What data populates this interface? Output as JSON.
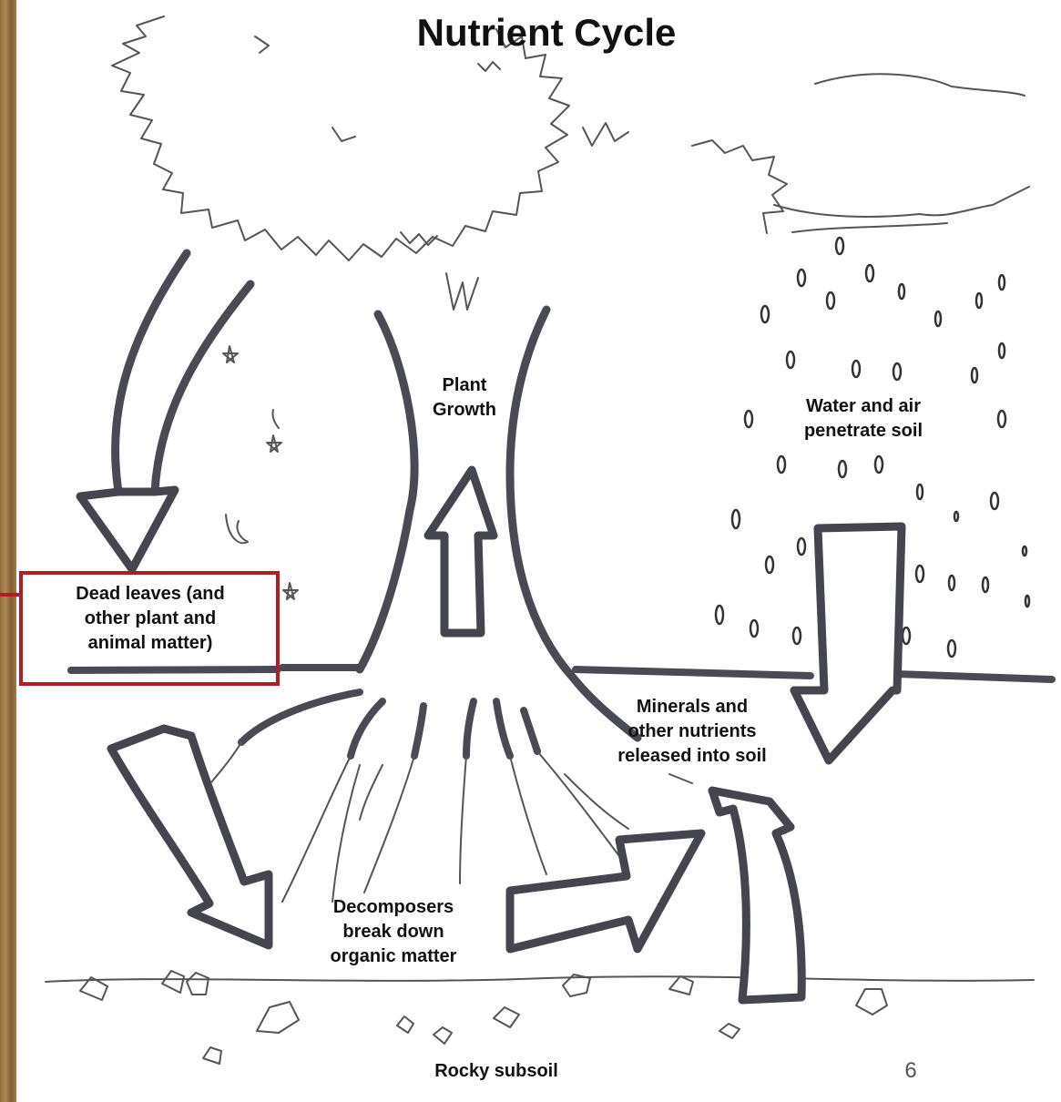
{
  "diagram": {
    "title": "Nutrient Cycle",
    "labels": {
      "plant_growth": "Plant\nGrowth",
      "water_air": "Water and air\npenetrate soil",
      "dead_leaves": "Dead leaves (and\nother plant and\nanimal matter)",
      "minerals": "Minerals and\nother nutrients\nreleased into soil",
      "decomposers": "Decomposers\nbreak down\norganic matter",
      "rocky_subsoil": "Rocky subsoil"
    },
    "highlight_color": "#b01e24",
    "ink_color": "#45454f"
  },
  "slide": {
    "page_number": "6"
  }
}
